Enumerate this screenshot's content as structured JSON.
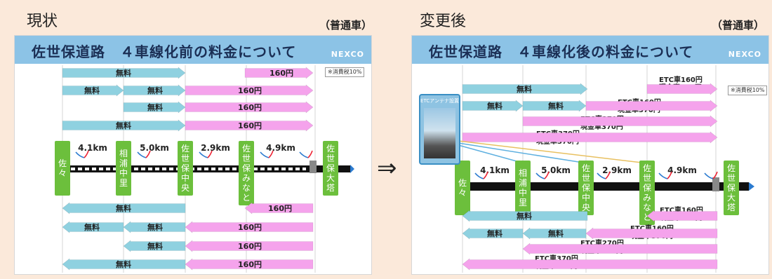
{
  "left": {
    "label": "現状",
    "vehicle": "（普通車）",
    "banner": "佐世保道路　４車線化前の料金について",
    "brand": "NEXCO",
    "tax_note": "※消費税10%",
    "stations": [
      "佐々",
      "相浦中里",
      "佐世保中央",
      "佐世保みなと",
      "佐世保大塔"
    ],
    "distances": [
      "4.1km",
      "5.0km",
      "2.9km",
      "4.9km"
    ],
    "free": "無料",
    "price": "160円"
  },
  "right": {
    "label": "変更後",
    "vehicle": "（普通車）",
    "banner": "佐世保道路　４車線化後の料金について",
    "brand": "NEXCO",
    "tax_note": "※消費税10%",
    "stations": [
      "佐々",
      "相浦中里",
      "佐世保中央",
      "佐世保みなと",
      "佐世保大塔"
    ],
    "distances": [
      "4.1km",
      "5.0km",
      "2.9km",
      "4.9km"
    ],
    "free": "無料",
    "etc_antenna": "ETCアンテナ設置",
    "fares": {
      "etc160": "ETC車160円",
      "cash370": "現金車370円",
      "etc270": "ETC車270円",
      "etc370": "ETC車370円"
    }
  },
  "arrow_symbol": "⇒",
  "colors": {
    "free": "#8fd1e0",
    "paid": "#f5a3ec",
    "station": "#6cbf3c",
    "banner": "#8cc3e6"
  }
}
